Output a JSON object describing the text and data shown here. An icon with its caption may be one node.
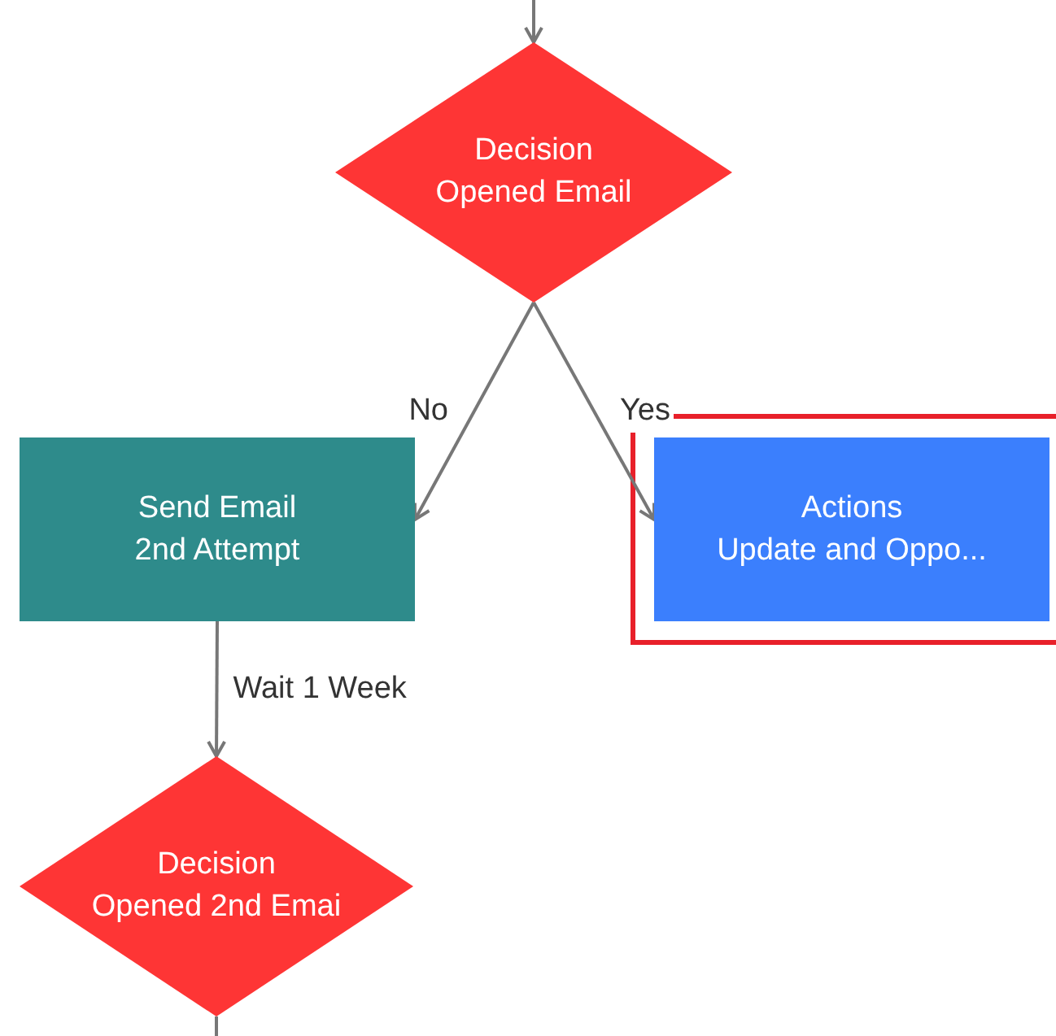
{
  "diagram": {
    "nodes": [
      {
        "text": [
          "Decision",
          "Opened Email"
        ]
      },
      {
        "text": [
          "Send Email",
          "2nd Attempt"
        ]
      },
      {
        "text": [
          "Actions",
          "Update and Oppo..."
        ]
      },
      {
        "text": [
          "Decision",
          "Opened 2nd Emai"
        ]
      }
    ],
    "edges": [
      {
        "from": null,
        "to": 0,
        "arrow": "to"
      },
      {
        "from": 0,
        "to": 1,
        "label": "No",
        "arrow": "to"
      },
      {
        "from": 0,
        "to": 2,
        "label": "Yes",
        "arrow": "to"
      },
      {
        "from": 1,
        "to": 3,
        "label": "Wait 1 Week",
        "arrow": "to"
      },
      {
        "from": 3,
        "to": null,
        "arrow": "none"
      }
    ]
  }
}
